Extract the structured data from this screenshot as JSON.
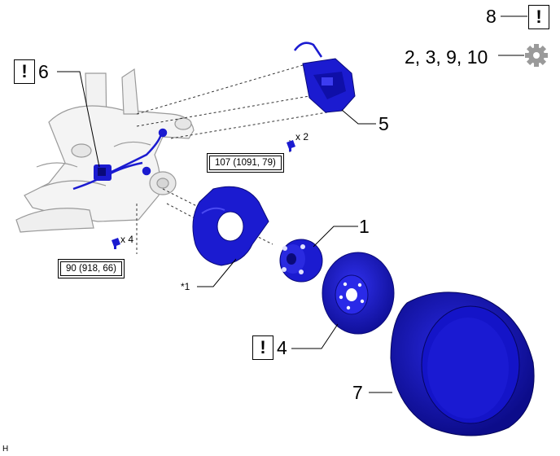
{
  "diagram": {
    "callouts": [
      {
        "id": "8",
        "label": "8"
      },
      {
        "id": "2-3-9-10",
        "label": "2, 3, 9, 10"
      },
      {
        "id": "6",
        "label": "6"
      },
      {
        "id": "5",
        "label": "5"
      },
      {
        "id": "1",
        "label": "1"
      },
      {
        "id": "4",
        "label": "4"
      },
      {
        "id": "7",
        "label": "7"
      },
      {
        "id": "star1",
        "label": "*1"
      }
    ],
    "warning_symbol": "!",
    "gear_icon": "gear-icon",
    "bolt_qty_upper": "x 2",
    "bolt_qty_lower": "x 4",
    "torque_upper": "107 (1091, 79)",
    "torque_lower": "90 (918, 66)",
    "corner_mark": "H",
    "colors": {
      "part_blue": "#1b1bd0",
      "part_dark": "#0a0a7a",
      "line": "#000000",
      "gray_sketch": "#9a9a9a"
    }
  }
}
